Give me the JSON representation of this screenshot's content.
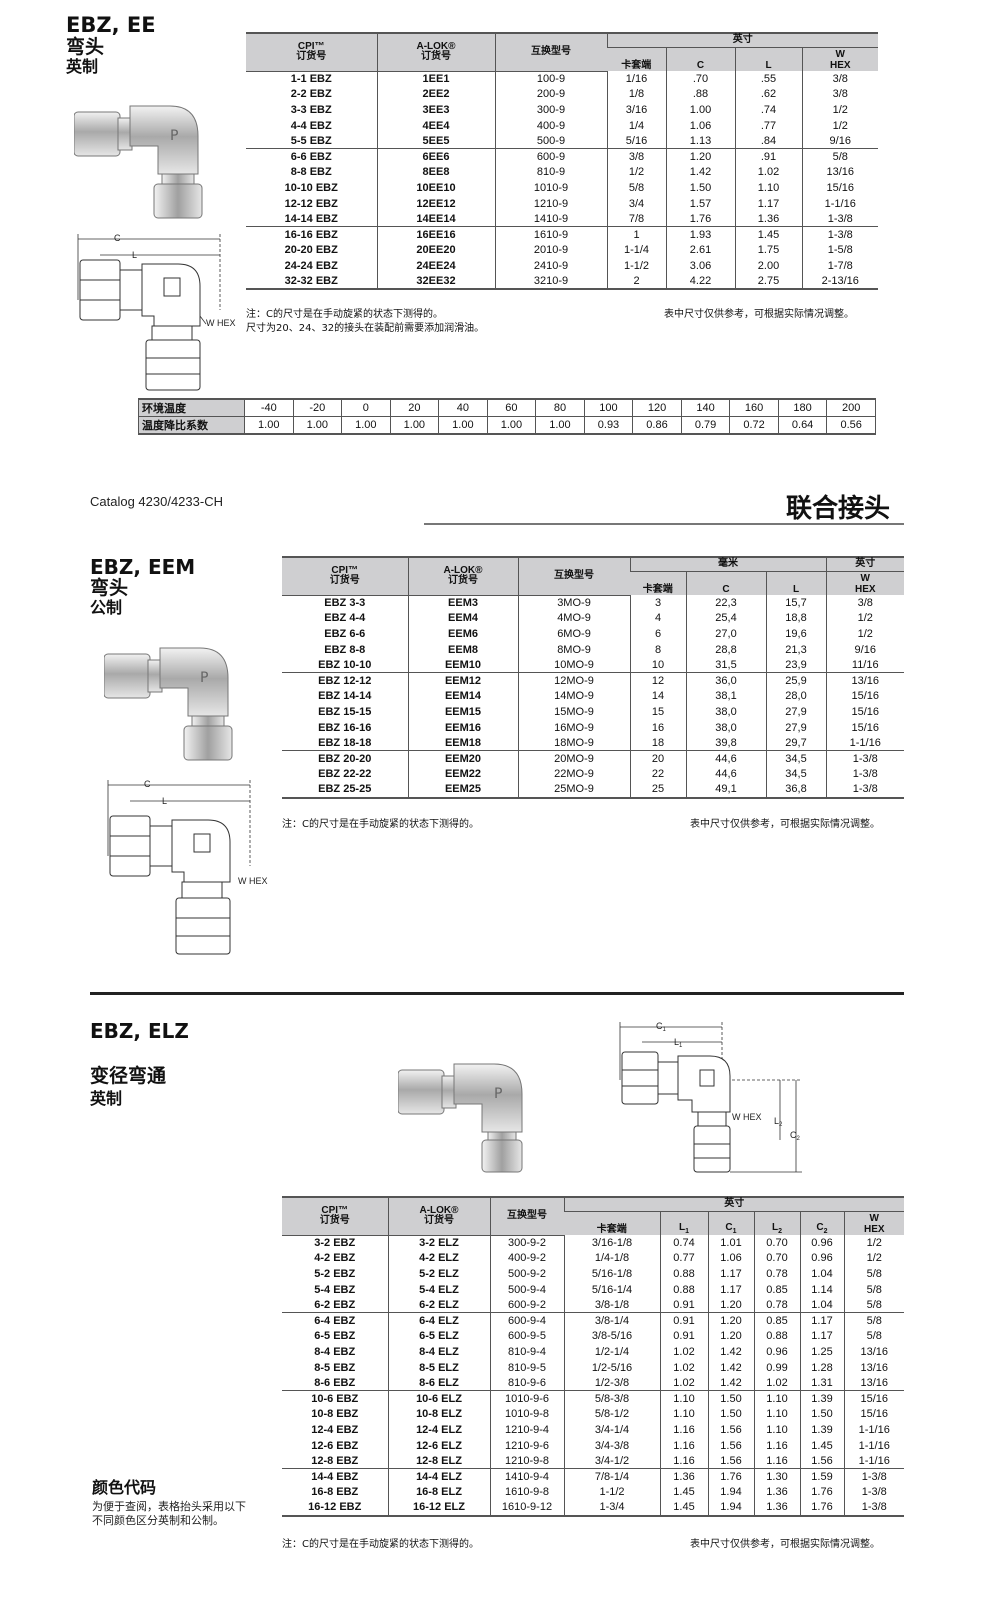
{
  "catalog": "Catalog 4230/4233-CH",
  "page_heading": "联合接头",
  "section1": {
    "title_line1": "EBZ, EE",
    "title_line2": "弯头",
    "title_line3": "英制",
    "headers": {
      "cpi": "CPI™",
      "cpi_sub": "订货号",
      "alok": "A-LOK®",
      "alok_sub": "订货号",
      "interchange": "互换型号",
      "units": "英寸",
      "tube": "卡套端",
      "c": "C",
      "l": "L",
      "w": "W",
      "w_sub": "HEX"
    },
    "rows": [
      [
        "1-1 EBZ",
        "1EE1",
        "100-9",
        "1/16",
        ".70",
        ".55",
        "3/8"
      ],
      [
        "2-2 EBZ",
        "2EE2",
        "200-9",
        "1/8",
        ".88",
        ".62",
        "3/8"
      ],
      [
        "3-3 EBZ",
        "3EE3",
        "300-9",
        "3/16",
        "1.00",
        ".74",
        "1/2"
      ],
      [
        "4-4 EBZ",
        "4EE4",
        "400-9",
        "1/4",
        "1.06",
        ".77",
        "1/2"
      ],
      [
        "5-5 EBZ",
        "5EE5",
        "500-9",
        "5/16",
        "1.13",
        ".84",
        "9/16"
      ],
      [
        "6-6 EBZ",
        "6EE6",
        "600-9",
        "3/8",
        "1.20",
        ".91",
        "5/8"
      ],
      [
        "8-8 EBZ",
        "8EE8",
        "810-9",
        "1/2",
        "1.42",
        "1.02",
        "13/16"
      ],
      [
        "10-10 EBZ",
        "10EE10",
        "1010-9",
        "5/8",
        "1.50",
        "1.10",
        "15/16"
      ],
      [
        "12-12 EBZ",
        "12EE12",
        "1210-9",
        "3/4",
        "1.57",
        "1.17",
        "1-1/16"
      ],
      [
        "14-14 EBZ",
        "14EE14",
        "1410-9",
        "7/8",
        "1.76",
        "1.36",
        "1-3/8"
      ],
      [
        "16-16 EBZ",
        "16EE16",
        "1610-9",
        "1",
        "1.93",
        "1.45",
        "1-3/8"
      ],
      [
        "20-20 EBZ",
        "20EE20",
        "2010-9",
        "1-1/4",
        "2.61",
        "1.75",
        "1-5/8"
      ],
      [
        "24-24 EBZ",
        "24EE24",
        "2410-9",
        "1-1/2",
        "3.06",
        "2.00",
        "1-7/8"
      ],
      [
        "32-32 EBZ",
        "32EE32",
        "3210-9",
        "2",
        "4.22",
        "2.75",
        "2-13/16"
      ]
    ],
    "note_line1": "注：C的尺寸是在手动旋紧的状态下测得的。",
    "note_line2": "尺寸为20、24、32的接头在装配前需要添加润滑油。",
    "note_right": "表中尺寸仅供参考，可根据实际情况调整。",
    "drawing_labels": {
      "c": "C",
      "l": "L",
      "w": "W HEX"
    }
  },
  "temp_table": {
    "row1_label": "环境温度",
    "row1": [
      "-40",
      "-20",
      "0",
      "20",
      "40",
      "60",
      "80",
      "100",
      "120",
      "140",
      "160",
      "180",
      "200"
    ],
    "row2_label": "温度降比系数",
    "row2": [
      "1.00",
      "1.00",
      "1.00",
      "1.00",
      "1.00",
      "1.00",
      "1.00",
      "0.93",
      "0.86",
      "0.79",
      "0.72",
      "0.64",
      "0.56"
    ]
  },
  "section2": {
    "title_line1": "EBZ, EEM",
    "title_line2": "弯头",
    "title_line3": "公制",
    "headers": {
      "cpi": "CPI™",
      "cpi_sub": "订货号",
      "alok": "A-LOK®",
      "alok_sub": "订货号",
      "interchange": "互换型号",
      "units_mm": "毫米",
      "units_in": "英寸",
      "tube": "卡套端",
      "c": "C",
      "l": "L",
      "w": "W",
      "w_sub": "HEX"
    },
    "rows": [
      [
        "EBZ 3-3",
        "EEM3",
        "3MO-9",
        "3",
        "22,3",
        "15,7",
        "3/8"
      ],
      [
        "EBZ 4-4",
        "EEM4",
        "4MO-9",
        "4",
        "25,4",
        "18,8",
        "1/2"
      ],
      [
        "EBZ 6-6",
        "EEM6",
        "6MO-9",
        "6",
        "27,0",
        "19,6",
        "1/2"
      ],
      [
        "EBZ 8-8",
        "EEM8",
        "8MO-9",
        "8",
        "28,8",
        "21,3",
        "9/16"
      ],
      [
        "EBZ 10-10",
        "EEM10",
        "10MO-9",
        "10",
        "31,5",
        "23,9",
        "11/16"
      ],
      [
        "EBZ 12-12",
        "EEM12",
        "12MO-9",
        "12",
        "36,0",
        "25,9",
        "13/16"
      ],
      [
        "EBZ 14-14",
        "EEM14",
        "14MO-9",
        "14",
        "38,1",
        "28,0",
        "15/16"
      ],
      [
        "EBZ 15-15",
        "EEM15",
        "15MO-9",
        "15",
        "38,0",
        "27,9",
        "15/16"
      ],
      [
        "EBZ 16-16",
        "EEM16",
        "16MO-9",
        "16",
        "38,0",
        "27,9",
        "15/16"
      ],
      [
        "EBZ 18-18",
        "EEM18",
        "18MO-9",
        "18",
        "39,8",
        "29,7",
        "1-1/16"
      ],
      [
        "EBZ 20-20",
        "EEM20",
        "20MO-9",
        "20",
        "44,6",
        "34,5",
        "1-3/8"
      ],
      [
        "EBZ 22-22",
        "EEM22",
        "22MO-9",
        "22",
        "44,6",
        "34,5",
        "1-3/8"
      ],
      [
        "EBZ 25-25",
        "EEM25",
        "25MO-9",
        "25",
        "49,1",
        "36,8",
        "1-3/8"
      ]
    ],
    "note_left": "注：C的尺寸是在手动旋紧的状态下测得的。",
    "note_right": "表中尺寸仅供参考，可根据实际情况调整。",
    "drawing_labels": {
      "c": "C",
      "l": "L",
      "w": "W HEX"
    }
  },
  "section3": {
    "title_line1": "EBZ, ELZ",
    "title_line2": "变径弯通",
    "title_line3": "英制",
    "headers": {
      "cpi": "CPI™",
      "cpi_sub": "订货号",
      "alok": "A-LOK®",
      "alok_sub": "订货号",
      "interchange": "互换型号",
      "units": "英寸",
      "tube": "卡套端",
      "l1": "L",
      "c1": "C",
      "l2": "L",
      "c2": "C",
      "sub1": "1",
      "sub2": "2",
      "w": "W",
      "w_sub": "HEX"
    },
    "rows": [
      [
        "3-2 EBZ",
        "3-2 ELZ",
        "300-9-2",
        "3/16-1/8",
        "0.74",
        "1.01",
        "0.70",
        "0.96",
        "1/2"
      ],
      [
        "4-2 EBZ",
        "4-2 ELZ",
        "400-9-2",
        "1/4-1/8",
        "0.77",
        "1.06",
        "0.70",
        "0.96",
        "1/2"
      ],
      [
        "5-2 EBZ",
        "5-2 ELZ",
        "500-9-2",
        "5/16-1/8",
        "0.88",
        "1.17",
        "0.78",
        "1.04",
        "5/8"
      ],
      [
        "5-4 EBZ",
        "5-4 ELZ",
        "500-9-4",
        "5/16-1/4",
        "0.88",
        "1.17",
        "0.85",
        "1.14",
        "5/8"
      ],
      [
        "6-2 EBZ",
        "6-2 ELZ",
        "600-9-2",
        "3/8-1/8",
        "0.91",
        "1.20",
        "0.78",
        "1.04",
        "5/8"
      ],
      [
        "6-4 EBZ",
        "6-4 ELZ",
        "600-9-4",
        "3/8-1/4",
        "0.91",
        "1.20",
        "0.85",
        "1.17",
        "5/8"
      ],
      [
        "6-5 EBZ",
        "6-5 ELZ",
        "600-9-5",
        "3/8-5/16",
        "0.91",
        "1.20",
        "0.88",
        "1.17",
        "5/8"
      ],
      [
        "8-4 EBZ",
        "8-4 ELZ",
        "810-9-4",
        "1/2-1/4",
        "1.02",
        "1.42",
        "0.96",
        "1.25",
        "13/16"
      ],
      [
        "8-5 EBZ",
        "8-5 ELZ",
        "810-9-5",
        "1/2-5/16",
        "1.02",
        "1.42",
        "0.99",
        "1.28",
        "13/16"
      ],
      [
        "8-6 EBZ",
        "8-6 ELZ",
        "810-9-6",
        "1/2-3/8",
        "1.02",
        "1.42",
        "1.02",
        "1.31",
        "13/16"
      ],
      [
        "10-6 EBZ",
        "10-6 ELZ",
        "1010-9-6",
        "5/8-3/8",
        "1.10",
        "1.50",
        "1.10",
        "1.39",
        "15/16"
      ],
      [
        "10-8 EBZ",
        "10-8 ELZ",
        "1010-9-8",
        "5/8-1/2",
        "1.10",
        "1.50",
        "1.10",
        "1.50",
        "15/16"
      ],
      [
        "12-4 EBZ",
        "12-4 ELZ",
        "1210-9-4",
        "3/4-1/4",
        "1.16",
        "1.56",
        "1.10",
        "1.39",
        "1-1/16"
      ],
      [
        "12-6 EBZ",
        "12-6 ELZ",
        "1210-9-6",
        "3/4-3/8",
        "1.16",
        "1.56",
        "1.16",
        "1.45",
        "1-1/16"
      ],
      [
        "12-8 EBZ",
        "12-8 ELZ",
        "1210-9-8",
        "3/4-1/2",
        "1.16",
        "1.56",
        "1.16",
        "1.56",
        "1-1/16"
      ],
      [
        "14-4 EBZ",
        "14-4 ELZ",
        "1410-9-4",
        "7/8-1/4",
        "1.36",
        "1.76",
        "1.30",
        "1.59",
        "1-3/8"
      ],
      [
        "16-8 EBZ",
        "16-8 ELZ",
        "1610-9-8",
        "1-1/2",
        "1.45",
        "1.94",
        "1.36",
        "1.76",
        "1-3/8"
      ],
      [
        "16-12 EBZ",
        "16-12 ELZ",
        "1610-9-12",
        "1-3/4",
        "1.45",
        "1.94",
        "1.36",
        "1.76",
        "1-3/8"
      ]
    ],
    "note_left": "注：C的尺寸是在手动旋紧的状态下测得的。",
    "note_right": "表中尺寸仅供参考，可根据实际情况调整。",
    "drawing_labels": {
      "c1": "C",
      "l1": "L",
      "w": "W HEX",
      "l2": "L",
      "c2": "C",
      "sub1": "1",
      "sub2": "2"
    }
  },
  "color_code": {
    "title": "颜色代码",
    "text_line1": "为便于查阅，表格抬头采用以下",
    "text_line2": "不同颜色区分英制和公制。"
  }
}
